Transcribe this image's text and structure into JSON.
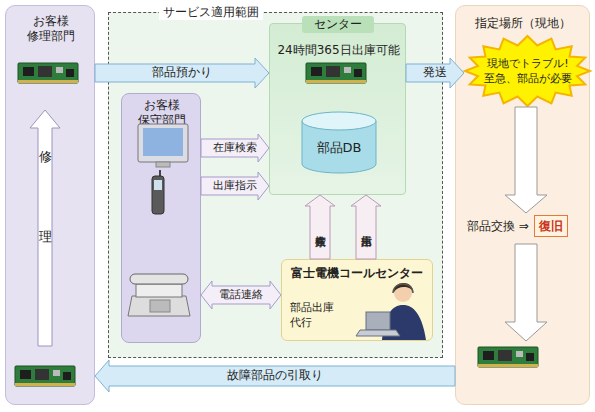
{
  "diagram": {
    "nodes": [
      {
        "text": [
          "お客様 修理部門"
        ]
      },
      {
        "text": [
          "サービス適用範囲"
        ]
      },
      {
        "text": [
          "センター",
          "24時間365日出庫可能"
        ],
        "in": 1
      },
      {
        "text": [
          "部品DB"
        ],
        "in": 2
      },
      {
        "text": [
          "お客様 保守部門"
        ],
        "in": 1
      },
      {
        "text": [
          "富士電機コールセンター",
          "部品出庫 代行"
        ],
        "in": 1
      },
      {
        "text": [
          "指定場所（現地）"
        ]
      },
      {
        "text": [
          "現地でトラブル! 至急、部品が必要"
        ],
        "in": 6
      },
      {
        "text": [
          "部品交換 ⇒"
        ],
        "in": 6
      },
      {
        "text": [
          "復旧"
        ],
        "in": 8
      }
    ],
    "edges": [
      {
        "from": 0,
        "to": 2,
        "label": "部品預かり",
        "arrow": "to"
      },
      {
        "from": 2,
        "to": 7,
        "label": "発送",
        "arrow": "to"
      },
      {
        "from": 4,
        "to": 2,
        "label": "在庫検索",
        "arrow": "to"
      },
      {
        "from": 4,
        "to": 2,
        "label": "出庫指示",
        "arrow": "to"
      },
      {
        "from": 4,
        "to": 5,
        "label": "電話連絡",
        "arrow": "both"
      },
      {
        "from": 5,
        "to": 2,
        "label": "在庫検索",
        "arrow": "to"
      },
      {
        "from": 5,
        "to": 2,
        "label": "出庫指示",
        "arrow": "to"
      },
      {
        "from": 6,
        "to": 0,
        "label": "故障部品の引取り",
        "arrow": "to"
      },
      {
        "from": 7,
        "to": 8,
        "arrow": "to"
      }
    ],
    "labels": [
      "修理"
    ]
  }
}
